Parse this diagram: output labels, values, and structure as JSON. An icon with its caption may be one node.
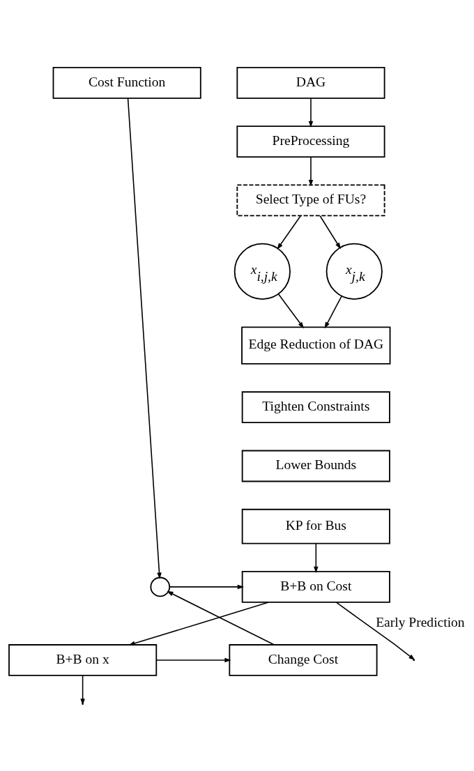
{
  "diagram": {
    "nodes": [
      {
        "text": [
          "Cost Function"
        ]
      },
      {
        "text": [
          "DAG"
        ]
      },
      {
        "text": [
          "PreProcessing"
        ]
      },
      {
        "text": [
          "Select Type of FUs?"
        ]
      },
      {
        "text": [
          "x$_{i,j,k}$"
        ]
      },
      {
        "text": [
          "x$_{j,k}$"
        ]
      },
      {
        "text": [
          "Edge Reduction of DAG"
        ]
      },
      {
        "text": [
          "Tighten Constraints"
        ]
      },
      {
        "text": [
          "Lower Bounds"
        ]
      },
      {
        "text": [
          "KP for Bus"
        ]
      },
      {
        "text": [],
        "shape": "circle"
      },
      {
        "text": [
          "B+B on Cost"
        ]
      },
      {
        "text": [
          "Change Cost"
        ]
      },
      {
        "text": [
          "B+B on x"
        ]
      }
    ],
    "edges": [
      {
        "from": 1,
        "to": 2,
        "arrow": "to"
      },
      {
        "from": 2,
        "to": 3,
        "arrow": "to"
      },
      {
        "from": 3,
        "to": 4,
        "arrow": "to"
      },
      {
        "from": 3,
        "to": 5,
        "arrow": "to"
      },
      {
        "from": 4,
        "to": 6,
        "arrow": "to"
      },
      {
        "from": 5,
        "to": 6,
        "arrow": "to"
      },
      {
        "from": 9,
        "to": 11,
        "arrow": "to"
      },
      {
        "from": 0,
        "to": 10,
        "arrow": "to"
      },
      {
        "from": 10,
        "to": 11,
        "arrow": "to"
      },
      {
        "from": 12,
        "to": 10,
        "arrow": "to"
      },
      {
        "from": 11,
        "to": 13,
        "arrow": "to"
      },
      {
        "from": 11,
        "to": null,
        "arrow": "to",
        "label": "Early Prediction"
      },
      {
        "from": 13,
        "to": 12,
        "arrow": "to"
      },
      {
        "from": 13,
        "to": null,
        "arrow": "to"
      }
    ]
  }
}
